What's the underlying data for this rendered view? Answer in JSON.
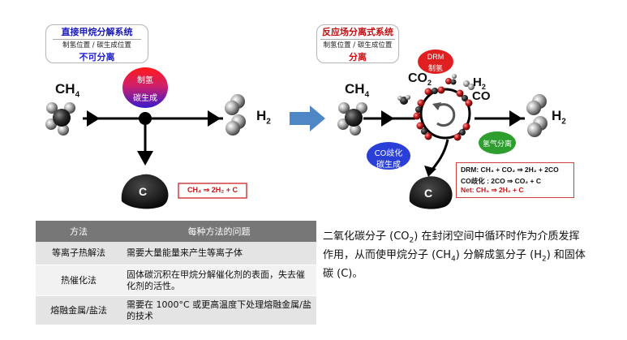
{
  "left_system": {
    "title": "直接甲烷分解系统",
    "positions": "制氢位置 / 碳生成位置",
    "result": "不可分离"
  },
  "right_system": {
    "title": "反应场分离式系统",
    "positions": "制氢位置 / 碳生成位置",
    "result": "分离"
  },
  "left_reaction": {
    "ch4": "CH",
    "ch4_sub": "4",
    "h2": "H",
    "h2_sub": "2",
    "carbon": "C",
    "bubble_top": "制氢",
    "bubble_bottom": "碳生成",
    "equation": "CH₄ ⇒ 2H₂ + C"
  },
  "right_reaction": {
    "ch4": "CH",
    "ch4_sub": "4",
    "co2": "CO",
    "co2_sub": "2",
    "h2": "H",
    "h2_sub": "2",
    "co": "CO",
    "h2_out": "H",
    "h2_out_sub": "2",
    "carbon": "C",
    "dr_label_top": "DRM",
    "dr_label_bottom": "制氢",
    "separation_label": "氢气分离",
    "co_label_top": "CO歧化",
    "co_label_bottom": "碳生成",
    "eq_drm": "DRM:  CH₄ + CO₂ ⇒ 2H₂ + 2CO",
    "eq_co": "CO歧化  :   2CO ⇒ CO₂ + C",
    "eq_net": "Net:         CH₄ ⇒ 2H₂ + C"
  },
  "table": {
    "headers": [
      "方法",
      "每种方法的问题"
    ],
    "rows": [
      {
        "method": "等离子热解法",
        "problem": "需要大量能量来产生等离子体"
      },
      {
        "method": "热催化法",
        "problem": "固体碳沉积在甲烷分解催化剂的表面，失去催化剂的活性。"
      },
      {
        "method": "熔融金属/盐法",
        "problem": "需要在 1000°C 或更高温度下处理熔融金属/盐的技术"
      }
    ]
  },
  "description": {
    "p1": "二氧化碳分子 (CO",
    "p1_sub": "2",
    "p2": ") 在封闭空间中循环时作为介质发挥作用，从而使甲烷分子 (CH",
    "p2_sub": "4",
    "p3": ") 分解成氢分子 (H",
    "p3_sub": "2",
    "p4": ") 和固体碳 (C)。"
  },
  "colors": {
    "left_title": "#1a1ab8",
    "right_title": "#c01010",
    "result_blue": "#2222cc",
    "result_red": "#d01010",
    "arrow_blue": "#4f86c6",
    "drm_red": "#e02020",
    "sep_green": "#2e9e2e",
    "co_blue": "#2a3fd8",
    "equation_red": "#c01818"
  }
}
